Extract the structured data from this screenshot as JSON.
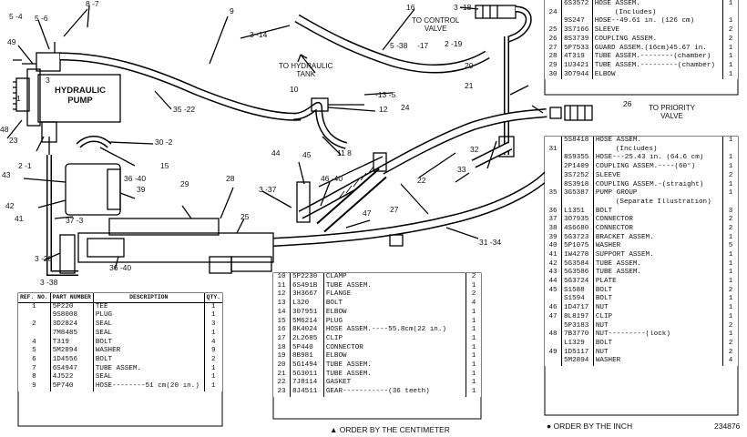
{
  "labels": {
    "pump": "HYDRAULIC\nPUMP",
    "to_control_valve": "TO CONTROL\nVALVE",
    "to_hydraulic_tank": "TO HYDRAULIC\nTANK",
    "to_priority_valve": "TO PRIORITY\nVALVE"
  },
  "callouts": [
    "8 -7",
    "9",
    "16",
    "3 -18",
    "5 -4",
    "5 -6",
    "49",
    "3",
    "1",
    "48",
    "23",
    "2 -1",
    "3 -14",
    "5 -38",
    "-17",
    "2 -19",
    "20",
    "21",
    "35 -22",
    "10",
    "-13 -5",
    "12",
    "11 8",
    "30 -2",
    "15",
    "44",
    "45",
    "46 -40",
    "36 -40",
    "24",
    "26",
    "22",
    "29",
    "28",
    "3 -37",
    "32",
    "33",
    "27",
    "47",
    "31 -34",
    "43",
    "42",
    "41",
    "37 -3",
    "39",
    "3 -38",
    "25",
    "36 -40",
    "3 -38"
  ],
  "table_left": {
    "headers": [
      "REF. NO.",
      "PART NUMBER",
      "DESCRIPTION",
      "QTY."
    ],
    "rows": [
      {
        "ref": "1",
        "pn": "5P220",
        "desc": "TEE",
        "qty": "1"
      },
      {
        "ref": "",
        "pn": "9S8008",
        "desc": "PLUG",
        "qty": "1"
      },
      {
        "ref": "2",
        "pn": "3D2824",
        "desc": "SEAL",
        "qty": "3"
      },
      {
        "ref": "",
        "pn": "7M8485",
        "desc": "SEAL",
        "qty": "1"
      },
      {
        "ref": "4",
        "pn": "T319",
        "desc": "BOLT",
        "qty": "4"
      },
      {
        "ref": "5",
        "pn": "5M2894",
        "desc": "WASHER",
        "qty": "9"
      },
      {
        "ref": "6",
        "pn": "1D4556",
        "desc": "BOLT",
        "qty": "2"
      },
      {
        "ref": "7",
        "pn": "6S4947",
        "desc": "TUBE ASSEM.",
        "qty": "1"
      },
      {
        "ref": "8",
        "pn": "4J522",
        "desc": "SEAL",
        "qty": "1"
      },
      {
        "ref": "9",
        "pn": "5P740",
        "desc": "HOSE--------51 cm(20 in.)",
        "qty": "1"
      }
    ]
  },
  "table_middle": {
    "rows": [
      {
        "ref": "10",
        "pn": "5P2230",
        "desc": "CLAMP",
        "qty": "2"
      },
      {
        "ref": "11",
        "pn": "6S491B",
        "desc": "TUBE ASSEM.",
        "qty": "1"
      },
      {
        "ref": "12",
        "pn": "3H3667",
        "desc": "FLANGE",
        "qty": "2"
      },
      {
        "ref": "13",
        "pn": "L320",
        "desc": "BOLT",
        "qty": "4"
      },
      {
        "ref": "14",
        "pn": "307951",
        "desc": "ELBOW",
        "qty": "1"
      },
      {
        "ref": "15",
        "pn": "5M6214",
        "desc": "PLUG",
        "qty": "1"
      },
      {
        "ref": "16",
        "pn": "8K4024",
        "desc": "HOSE ASSEM.----55.8cm(22 in.)",
        "qty": "1"
      },
      {
        "ref": "17",
        "pn": "2L2685",
        "desc": "CLIP",
        "qty": "1"
      },
      {
        "ref": "18",
        "pn": "5P440",
        "desc": "CONNECTOR",
        "qty": "1"
      },
      {
        "ref": "19",
        "pn": "8B981",
        "desc": "ELBOW",
        "qty": "1"
      },
      {
        "ref": "20",
        "pn": "5G1494",
        "desc": "TUBE ASSEM.",
        "qty": "1"
      },
      {
        "ref": "21",
        "pn": "5G3011",
        "desc": "TUBE ASSEM.",
        "qty": "1"
      },
      {
        "ref": "22",
        "pn": "7J8114",
        "desc": "GASKET",
        "qty": "1"
      },
      {
        "ref": "23",
        "pn": "8J4511",
        "desc": "GEAR-----------(36 teeth)",
        "qty": "1"
      }
    ]
  },
  "table_right_top": {
    "rows": [
      {
        "ref": "",
        "pn": "6S3572",
        "desc": "HOSE ASSEM.",
        "qty": "1"
      },
      {
        "ref": "24",
        "pn": "",
        "desc": "(Includes)",
        "qty": "",
        "indent": true
      },
      {
        "ref": "",
        "pn": "9S247",
        "desc": "HOSE--49.61 in. (126 cm)",
        "qty": "1"
      },
      {
        "ref": "25",
        "pn": "3S7166",
        "desc": "SLEEVE",
        "qty": "2"
      },
      {
        "ref": "26",
        "pn": "8S3739",
        "desc": "COUPLING ASSEM.",
        "qty": "2"
      },
      {
        "ref": "27",
        "pn": "5P7533",
        "desc": "GUARD ASSEM.(16cm)45.67 in.",
        "qty": "1"
      },
      {
        "ref": "28",
        "pn": "4T319",
        "desc": "TUBE ASSEM.--------(chamber)",
        "qty": "1"
      },
      {
        "ref": "29",
        "pn": "1U3421",
        "desc": "TUBE ASSEM.---------(chamber)",
        "qty": "1"
      },
      {
        "ref": "30",
        "pn": "3O7944",
        "desc": "ELBOW",
        "qty": "1"
      }
    ]
  },
  "table_right_bottom": {
    "rows": [
      {
        "ref": "",
        "pn": "5S8418",
        "desc": "HOSE ASSEM.",
        "qty": "1"
      },
      {
        "ref": "31",
        "pn": "",
        "desc": "(Includes)",
        "qty": "",
        "indent": true
      },
      {
        "ref": "",
        "pn": "8S9355",
        "desc": "HOSE---25.43 in. (64.6 cm)",
        "qty": "1"
      },
      {
        "ref": "",
        "pn": "2P1409",
        "desc": "COUPLING ASSEM.----(60°)",
        "qty": "1"
      },
      {
        "ref": "",
        "pn": "3S7252",
        "desc": "SLEEVE",
        "qty": "2"
      },
      {
        "ref": "",
        "pn": "8S3918",
        "desc": "COUPLING ASSEM.-(straight)",
        "qty": "1"
      },
      {
        "ref": "35",
        "pn": "3G5387",
        "desc": "PUMP GROUP",
        "qty": "1"
      },
      {
        "ref": "",
        "pn": "",
        "desc": "(Separate Illustration)",
        "qty": "",
        "indent": true
      },
      {
        "ref": "36",
        "pn": "L1351",
        "desc": "BOLT",
        "qty": "3"
      },
      {
        "ref": "37",
        "pn": "3O7935",
        "desc": "CONNECTOR",
        "qty": "2"
      },
      {
        "ref": "38",
        "pn": "4S6680",
        "desc": "CONNECTOR",
        "qty": "2"
      },
      {
        "ref": "39",
        "pn": "5G3723",
        "desc": "BRACKET ASSEM.",
        "qty": "1"
      },
      {
        "ref": "40",
        "pn": "5P1075",
        "desc": "WASHER",
        "qty": "5"
      },
      {
        "ref": "41",
        "pn": "1W4278",
        "desc": "SUPPORT ASSEM.",
        "qty": "1"
      },
      {
        "ref": "42",
        "pn": "5G3584",
        "desc": "TUBE ASSEM.",
        "qty": "1"
      },
      {
        "ref": "43",
        "pn": "5G3586",
        "desc": "TUBE ASSEM.",
        "qty": "1"
      },
      {
        "ref": "44",
        "pn": "5G3724",
        "desc": "PLATE",
        "qty": "1"
      },
      {
        "ref": "45",
        "pn": "S1588",
        "desc": "BOLT",
        "qty": "2"
      },
      {
        "ref": "",
        "pn": "S1594",
        "desc": "BOLT",
        "qty": "1"
      },
      {
        "ref": "46",
        "pn": "1D4717",
        "desc": "NUT",
        "qty": "1"
      },
      {
        "ref": "47",
        "pn": "8L8197",
        "desc": "CLIP",
        "qty": "1"
      },
      {
        "ref": "",
        "pn": "5P3183",
        "desc": "NUT",
        "qty": "2"
      },
      {
        "ref": "48",
        "pn": "7B3770",
        "desc": "NUT---------(lock)",
        "qty": "1"
      },
      {
        "ref": "",
        "pn": "L1329",
        "desc": "BOLT",
        "qty": "2"
      },
      {
        "ref": "49",
        "pn": "1D5117",
        "desc": "NUT",
        "qty": "2"
      },
      {
        "ref": "",
        "pn": "5M2894",
        "desc": "WASHER",
        "qty": "4"
      }
    ]
  },
  "footer": {
    "centimeter_note": "▲ ORDER BY THE CENTIMETER",
    "inch_note": "● ORDER BY THE INCH",
    "figure_number": "234876"
  }
}
